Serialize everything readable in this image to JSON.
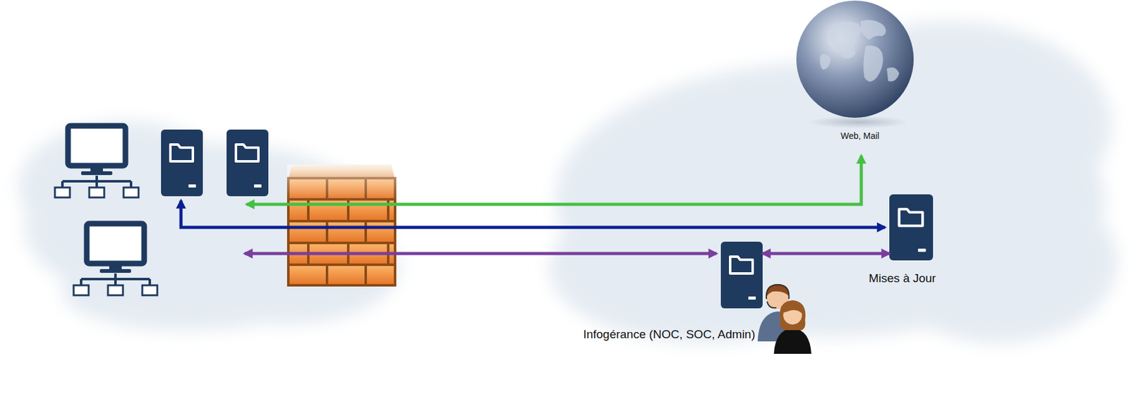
{
  "diagram": {
    "nodes": [
      {
        "text": [
          "Web, Mail"
        ]
      },
      {
        "text": [
          "Mises à Jour"
        ]
      },
      {
        "text": [
          "Infogérance (NOC, SOC, Admin)"
        ]
      }
    ],
    "edges": [
      {
        "from": 2,
        "to": 1,
        "arrow": "both"
      }
    ]
  }
}
